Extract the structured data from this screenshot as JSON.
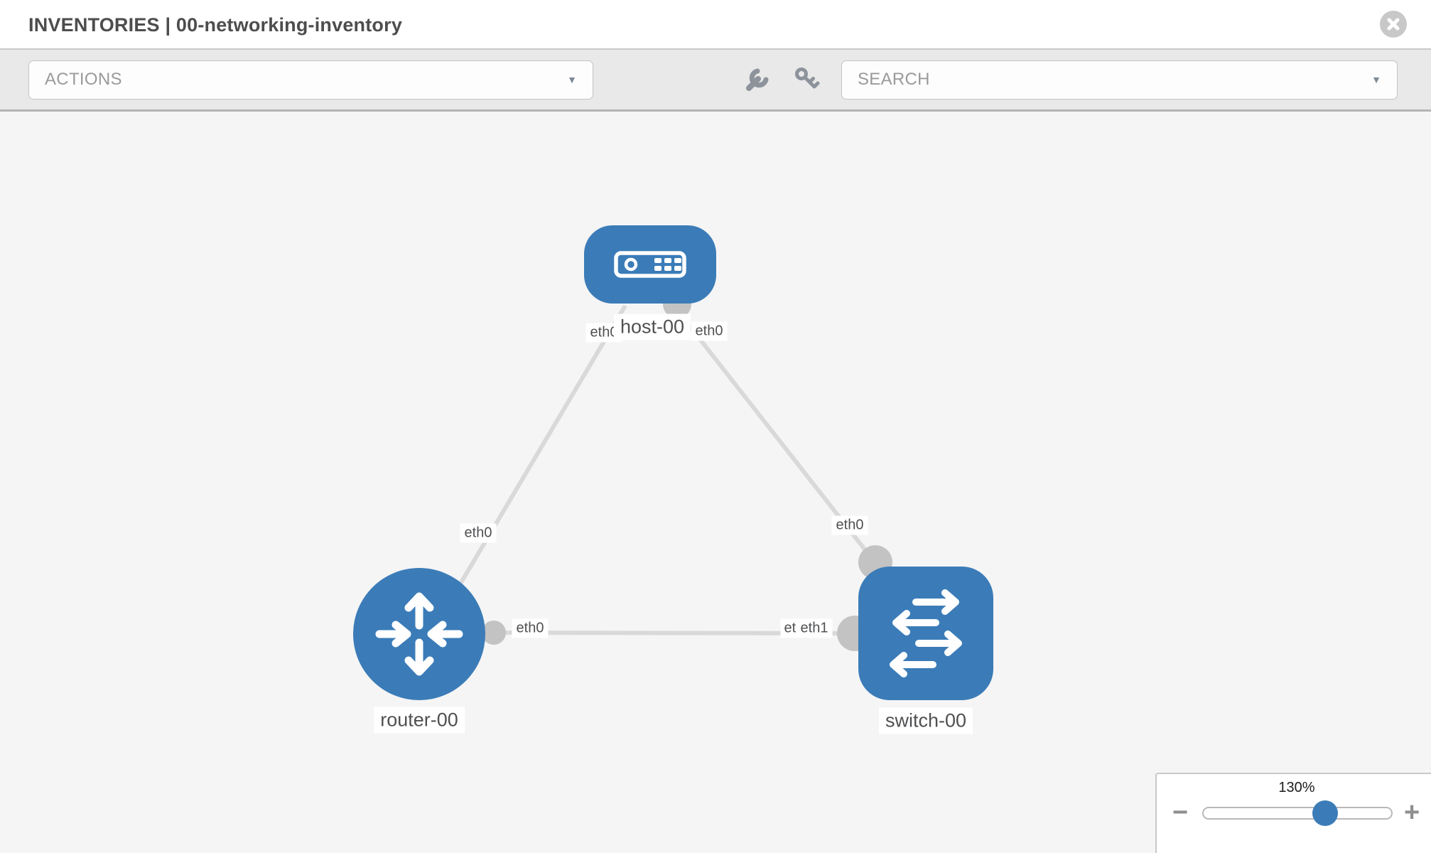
{
  "header": {
    "title": "INVENTORIES | 00-networking-inventory"
  },
  "toolbar": {
    "actions_label": "ACTIONS",
    "search_placeholder": "SEARCH"
  },
  "icons": {
    "close": "✕",
    "caret_down": "▼",
    "wrench": "wrench-icon",
    "key": "key-icon",
    "minus": "−",
    "plus": "+"
  },
  "topology": {
    "nodes": [
      {
        "id": "host-00",
        "type": "host",
        "label": "host-00"
      },
      {
        "id": "router-00",
        "type": "router",
        "label": "router-00"
      },
      {
        "id": "switch-00",
        "type": "switch",
        "label": "switch-00"
      }
    ],
    "links": [
      {
        "from": "host-00",
        "to": "router-00",
        "from_interface": "eth0",
        "to_interface": "eth0"
      },
      {
        "from": "host-00",
        "to": "switch-00",
        "from_interface": "eth0",
        "to_interface": "eth0"
      },
      {
        "from": "router-00",
        "to": "switch-00",
        "from_interface": "eth0",
        "to_interface": "eth1"
      }
    ]
  },
  "zoom": {
    "level": "130%"
  },
  "colors": {
    "node_blue": "#3b7cb8",
    "link_gray": "#d9d9d9",
    "interface_dot_gray": "#c3c3c3"
  }
}
